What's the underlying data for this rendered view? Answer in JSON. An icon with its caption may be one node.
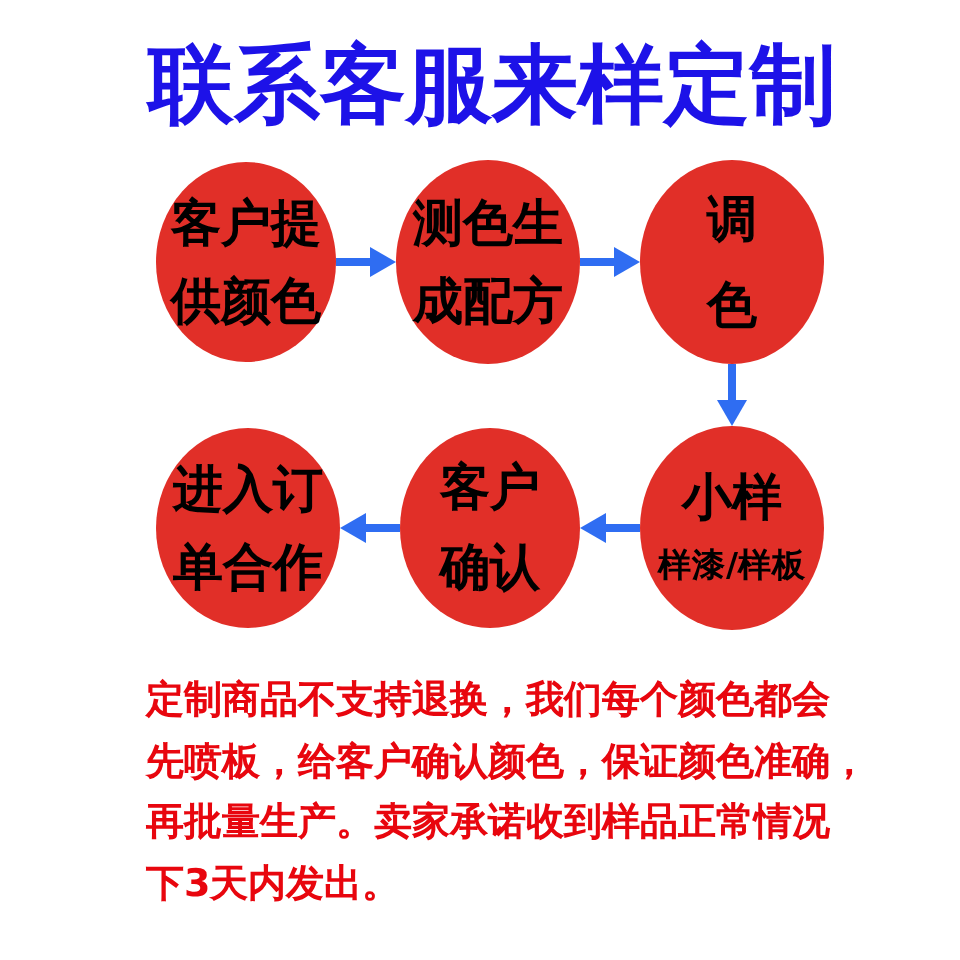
{
  "diagram": {
    "title": "联系客服来样定制",
    "nodes": [
      {
        "text": [
          "客户提供颜色"
        ]
      },
      {
        "text": [
          "测色生成配方"
        ]
      },
      {
        "text": [
          "调色"
        ]
      },
      {
        "text": [
          "小样",
          "样漆/样板"
        ]
      },
      {
        "text": [
          "客户确认"
        ]
      },
      {
        "text": [
          "进入订单合作"
        ]
      }
    ],
    "edges": [
      {
        "from": 0,
        "to": 1,
        "arrow": "to"
      },
      {
        "from": 1,
        "to": 2,
        "arrow": "to"
      },
      {
        "from": 2,
        "to": 3,
        "arrow": "to"
      },
      {
        "from": 3,
        "to": 4,
        "arrow": "to"
      },
      {
        "from": 4,
        "to": 5,
        "arrow": "to"
      }
    ],
    "labels": [
      "定制商品不支持退换，我们每个颜色都会先喷板，给客户确认颜色，保证颜色准确，再批量生产。卖家承诺收到样品正常情况下3天内发出。"
    ]
  }
}
